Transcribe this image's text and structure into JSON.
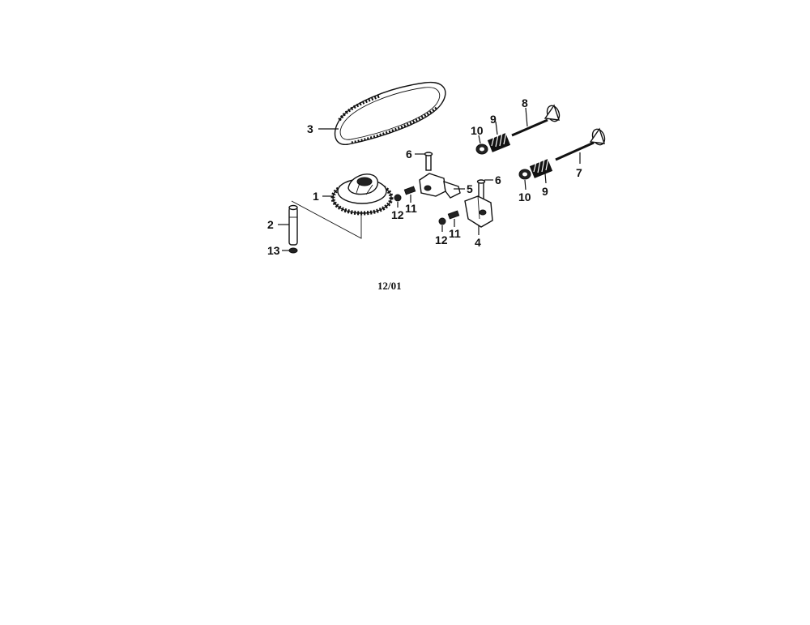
{
  "diagram": {
    "date_code": "12/01",
    "callouts": {
      "p1": "1",
      "p2": "2",
      "p3": "3",
      "p4": "4",
      "p5": "5",
      "p6a": "6",
      "p6b": "6",
      "p7": "7",
      "p8": "8",
      "p9a": "9",
      "p9b": "9",
      "p10a": "10",
      "p10b": "10",
      "p11a": "11",
      "p11b": "11",
      "p12a": "12",
      "p12b": "12",
      "p13": "13"
    }
  }
}
